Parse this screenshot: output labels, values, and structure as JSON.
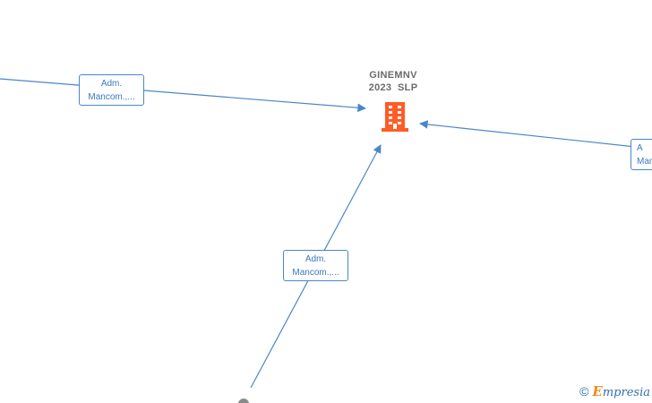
{
  "company": {
    "name_line1": "GINEMNV",
    "name_line2": "2023  SLP",
    "icon": "building-icon",
    "icon_color": "#ff5c26"
  },
  "edges": [
    {
      "id": "left",
      "label_line1": "Adm.",
      "label_line2": "Mancom.,..."
    },
    {
      "id": "bottom",
      "label_line1": "Adm.",
      "label_line2": "Mancom.,..."
    },
    {
      "id": "right",
      "label_line1": "A",
      "label_line2": "Man"
    }
  ],
  "colors": {
    "edge": "#4a86c8",
    "label_text": "#3a78c0",
    "company_text": "#6b6b6b"
  },
  "watermark": {
    "symbol": "©",
    "brand_initial": "E",
    "brand_rest": "mpresia"
  }
}
